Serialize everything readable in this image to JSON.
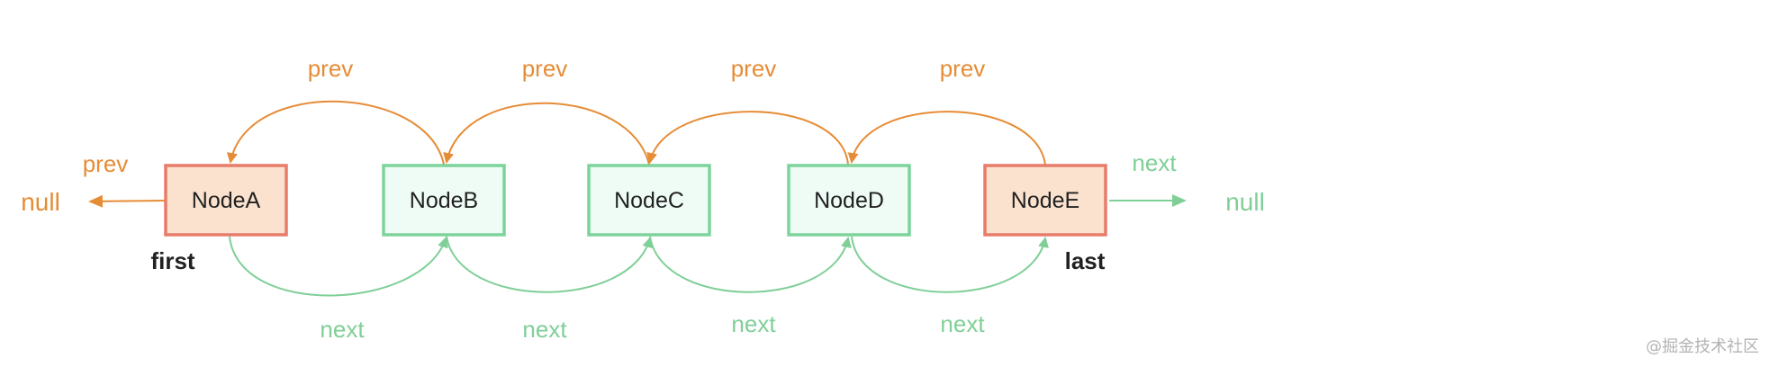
{
  "nodes": [
    {
      "label": "NodeA",
      "kind": "head"
    },
    {
      "label": "NodeB",
      "kind": "middle"
    },
    {
      "label": "NodeC",
      "kind": "middle"
    },
    {
      "label": "NodeD",
      "kind": "middle"
    },
    {
      "label": "NodeE",
      "kind": "tail"
    }
  ],
  "labels": {
    "prev": "prev",
    "next": "next",
    "null_left": "null",
    "null_right": "null",
    "first": "first",
    "last": "last"
  },
  "watermark": "@掘金技术社区",
  "colors": {
    "prev": "#e68c36",
    "next": "#7fcf97",
    "endpoint_fill": "#fbe2cf",
    "endpoint_border": "#e77c6a",
    "middle_fill": "#effcf6",
    "middle_border": "#7dd39c"
  }
}
